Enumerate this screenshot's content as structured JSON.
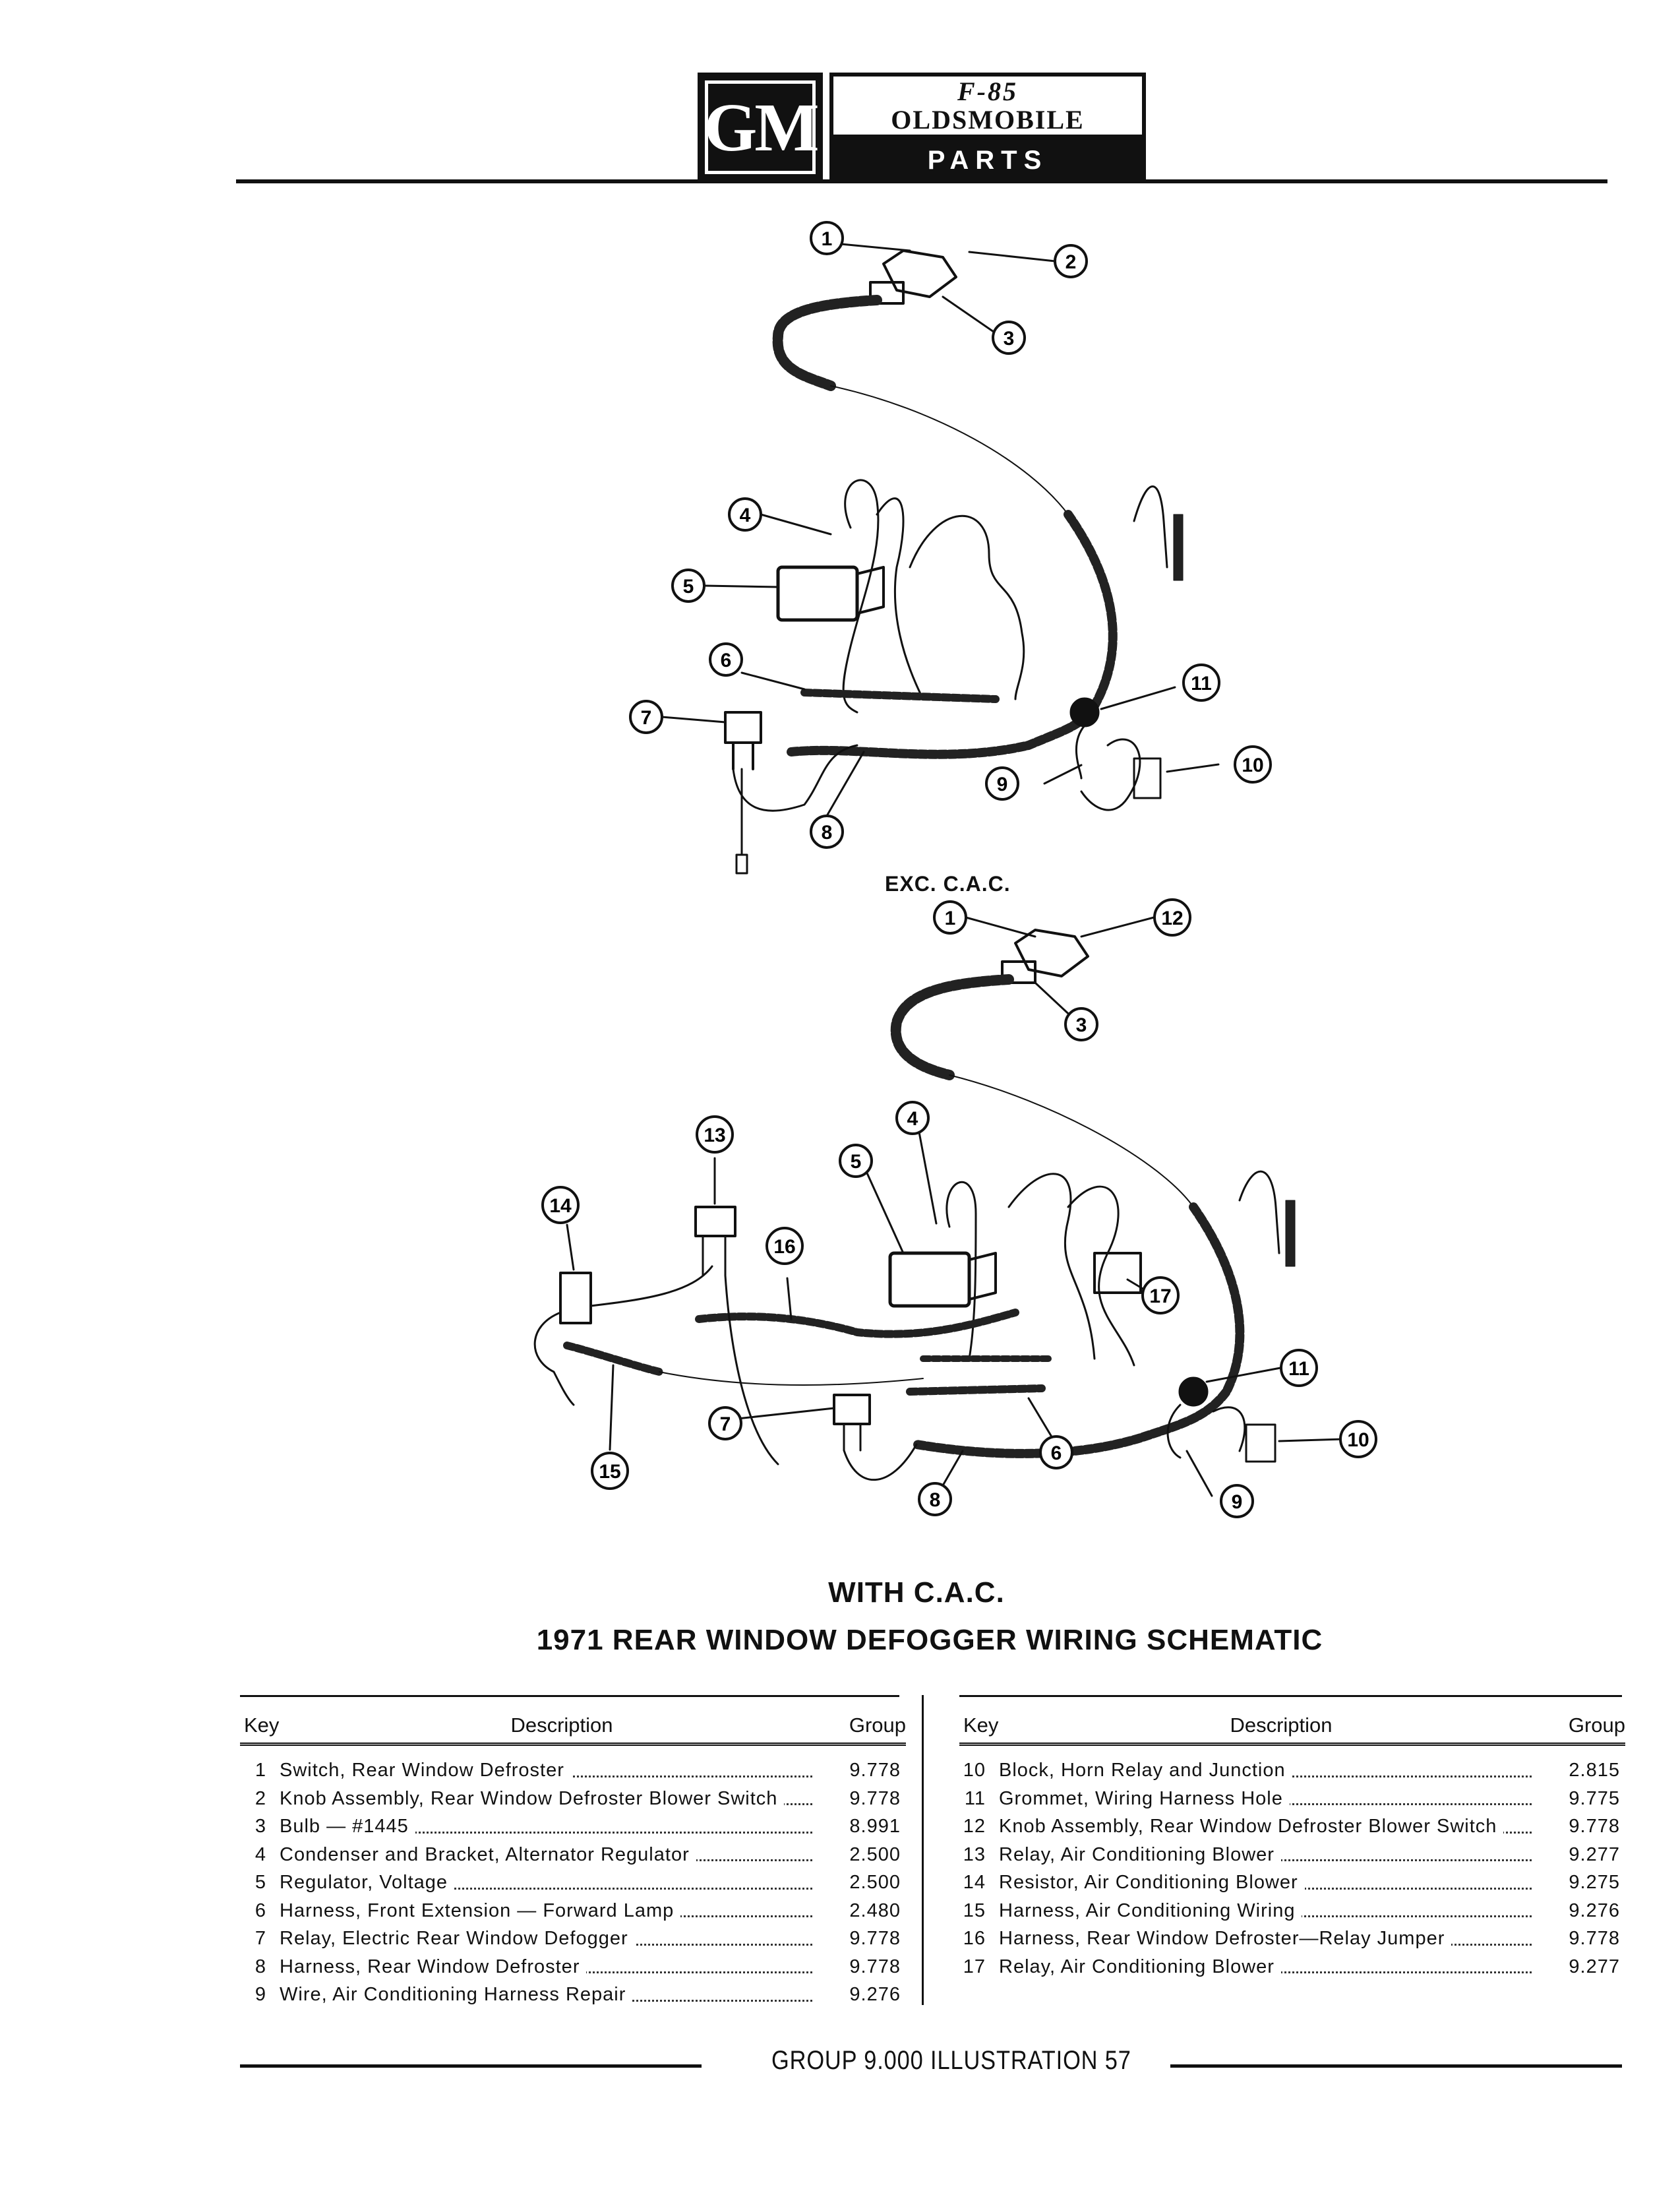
{
  "header": {
    "logo": "GM",
    "brand_mark": "F-85",
    "brand_name": "OLDSMOBILE",
    "subtitle": "PARTS CATALOGUE"
  },
  "diagram": {
    "top_variant_label": "EXC. C.A.C.",
    "bottom_variant_label": "WITH C.A.C.",
    "title": "1971 REAR WINDOW DEFOGGER WIRING SCHEMATIC",
    "top_callouts": [
      "1",
      "2",
      "3",
      "4",
      "5",
      "6",
      "7",
      "8",
      "9",
      "10",
      "11"
    ],
    "bottom_callouts": [
      "1",
      "12",
      "3",
      "13",
      "4",
      "5",
      "14",
      "16",
      "17",
      "11",
      "7",
      "10",
      "15",
      "6",
      "9",
      "8"
    ]
  },
  "parts_table": {
    "headers": {
      "key": "Key",
      "description": "Description",
      "group": "Group"
    },
    "left": [
      {
        "key": "1",
        "description": "Switch, Rear Window Defroster",
        "group": "9.778"
      },
      {
        "key": "2",
        "description": "Knob Assembly, Rear Window Defroster Blower Switch",
        "group": "9.778"
      },
      {
        "key": "3",
        "description": "Bulb — #1445",
        "group": "8.991"
      },
      {
        "key": "4",
        "description": "Condenser and Bracket, Alternator Regulator",
        "group": "2.500"
      },
      {
        "key": "5",
        "description": "Regulator, Voltage",
        "group": "2.500"
      },
      {
        "key": "6",
        "description": "Harness, Front Extension — Forward Lamp",
        "group": "2.480"
      },
      {
        "key": "7",
        "description": "Relay, Electric Rear Window Defogger",
        "group": "9.778"
      },
      {
        "key": "8",
        "description": "Harness, Rear Window Defroster",
        "group": "9.778"
      },
      {
        "key": "9",
        "description": "Wire, Air Conditioning Harness Repair",
        "group": "9.276"
      }
    ],
    "right": [
      {
        "key": "10",
        "description": "Block, Horn Relay and Junction",
        "group": "2.815"
      },
      {
        "key": "11",
        "description": "Grommet, Wiring Harness Hole",
        "group": "9.775"
      },
      {
        "key": "12",
        "description": "Knob Assembly, Rear Window Defroster Blower Switch",
        "group": "9.778"
      },
      {
        "key": "13",
        "description": "Relay, Air Conditioning Blower",
        "group": "9.277"
      },
      {
        "key": "14",
        "description": "Resistor, Air Conditioning Blower",
        "group": "9.275"
      },
      {
        "key": "15",
        "description": "Harness, Air Conditioning Wiring",
        "group": "9.276"
      },
      {
        "key": "16",
        "description": "Harness, Rear Window Defroster—Relay Jumper",
        "group": "9.778"
      },
      {
        "key": "17",
        "description": "Relay, Air Conditioning Blower",
        "group": "9.277"
      }
    ]
  },
  "footer": {
    "text": "GROUP 9.000 ILLUSTRATION 57"
  }
}
